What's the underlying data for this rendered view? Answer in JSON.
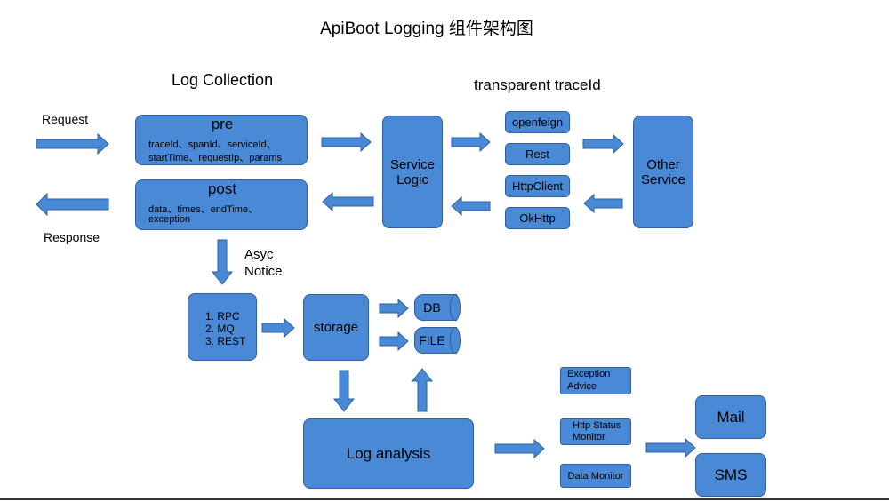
{
  "title": "ApiBoot Logging 组件架构图",
  "labels": {
    "log_collection": "Log Collection",
    "transparent_traceid": "transparent traceId",
    "request": "Request",
    "response": "Response",
    "asyc": "Asyc",
    "notice": "Notice"
  },
  "pre": {
    "title": "pre",
    "line1": "traceId、spanId、serviceId、",
    "line2": "startTime、requestIp、params"
  },
  "post": {
    "title": "post",
    "line1": "data、times、endTime、",
    "line2": "exception"
  },
  "service_logic": {
    "line1": "Service",
    "line2": "Logic"
  },
  "trace_clients": [
    "openfeign",
    "Rest",
    "HttpClient",
    "OkHttp"
  ],
  "other_service": {
    "line1": "Other",
    "line2": "Service"
  },
  "notice_methods": [
    "1. RPC",
    "2. MQ",
    "3. REST"
  ],
  "storage": "storage",
  "db": "DB",
  "file": "FILE",
  "log_analysis": "Log analysis",
  "monitors": {
    "exception": {
      "line1": "Exception",
      "line2": "Advice"
    },
    "http_status": {
      "line1": "Http Status",
      "line2": "Monitor"
    },
    "data": "Data Monitor"
  },
  "mail": "Mail",
  "sms": "SMS",
  "colors": {
    "box": "#4a89d6",
    "box_border": "#2f5f9e",
    "arrow": "#4a89d6"
  }
}
